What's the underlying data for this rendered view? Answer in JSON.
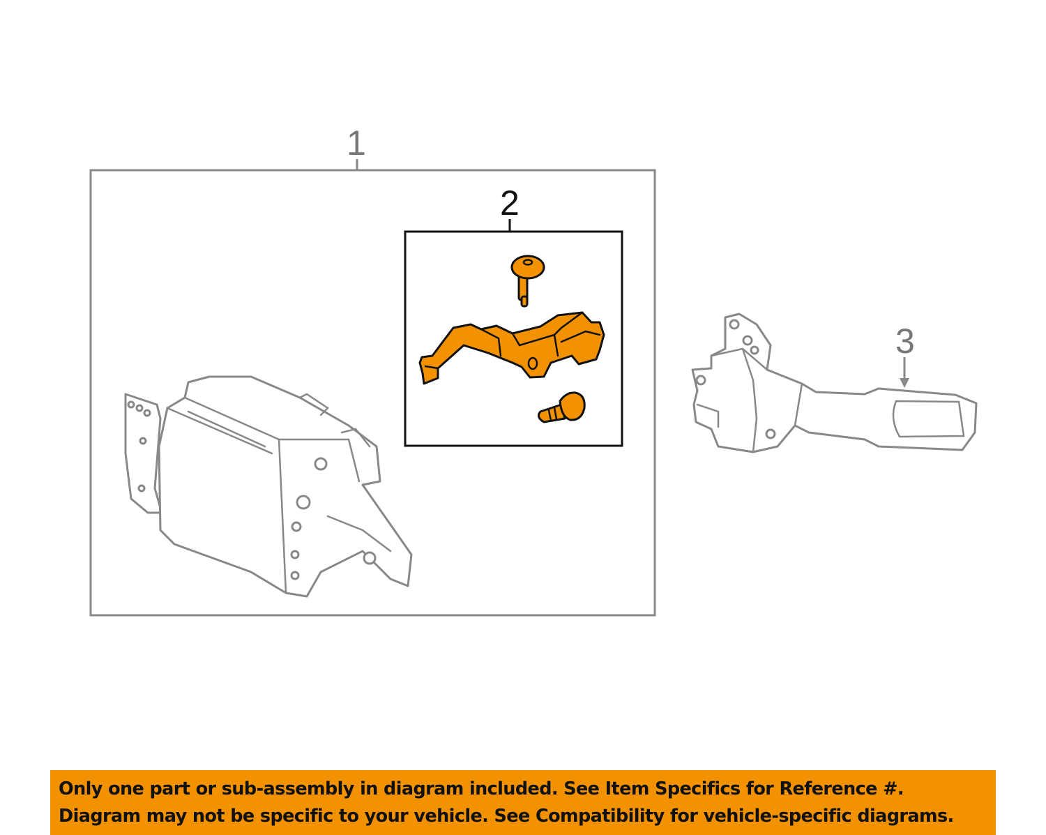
{
  "callouts": {
    "item1": "1",
    "item2": "2",
    "item3": "3"
  },
  "colors": {
    "highlight": "#f39200",
    "outline": "#888888",
    "banner": "#f39200"
  },
  "banner": {
    "line1": "Only one part or sub-assembly in diagram included. See Item Specifics for Reference #.",
    "line2": "Diagram may not be specific to your vehicle. See Compatibility for vehicle-specific diagrams."
  }
}
